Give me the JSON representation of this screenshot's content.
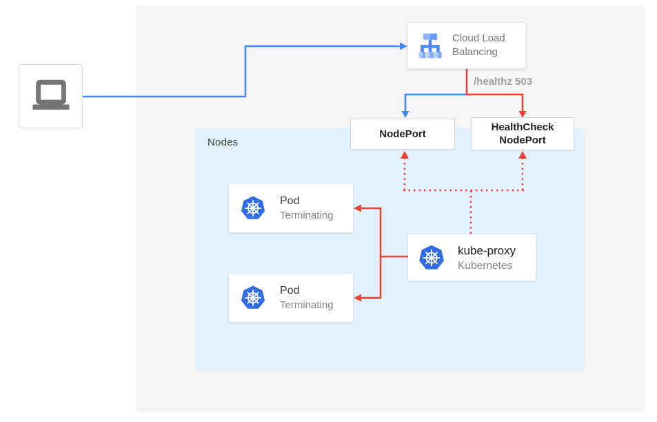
{
  "nodes_group": {
    "label": "Nodes"
  },
  "client": {
    "icon": "laptop-icon"
  },
  "cloud_load_balancing": {
    "label": "Cloud Load Balancing",
    "icon": "cloud-load-balancing-icon"
  },
  "healthz_annotation": "/healthz 503",
  "nodeport": {
    "label": "NodePort"
  },
  "healthcheck_nodeport": {
    "label": "HealthCheck NodePort"
  },
  "pods": [
    {
      "title": "Pod",
      "status": "Terminating",
      "icon": "kubernetes-icon"
    },
    {
      "title": "Pod",
      "status": "Terminating",
      "icon": "kubernetes-icon"
    }
  ],
  "kube_proxy": {
    "title": "kube-proxy",
    "subtitle": "Kubernetes",
    "icon": "kubernetes-icon"
  },
  "colors": {
    "blue": "#4285F4",
    "red": "#EA4335",
    "panel_bg": "#F5F5F5",
    "nodes_bg": "#E3F1FC",
    "kubernetes_blue": "#326CE5",
    "laptop_gray": "#757575"
  }
}
